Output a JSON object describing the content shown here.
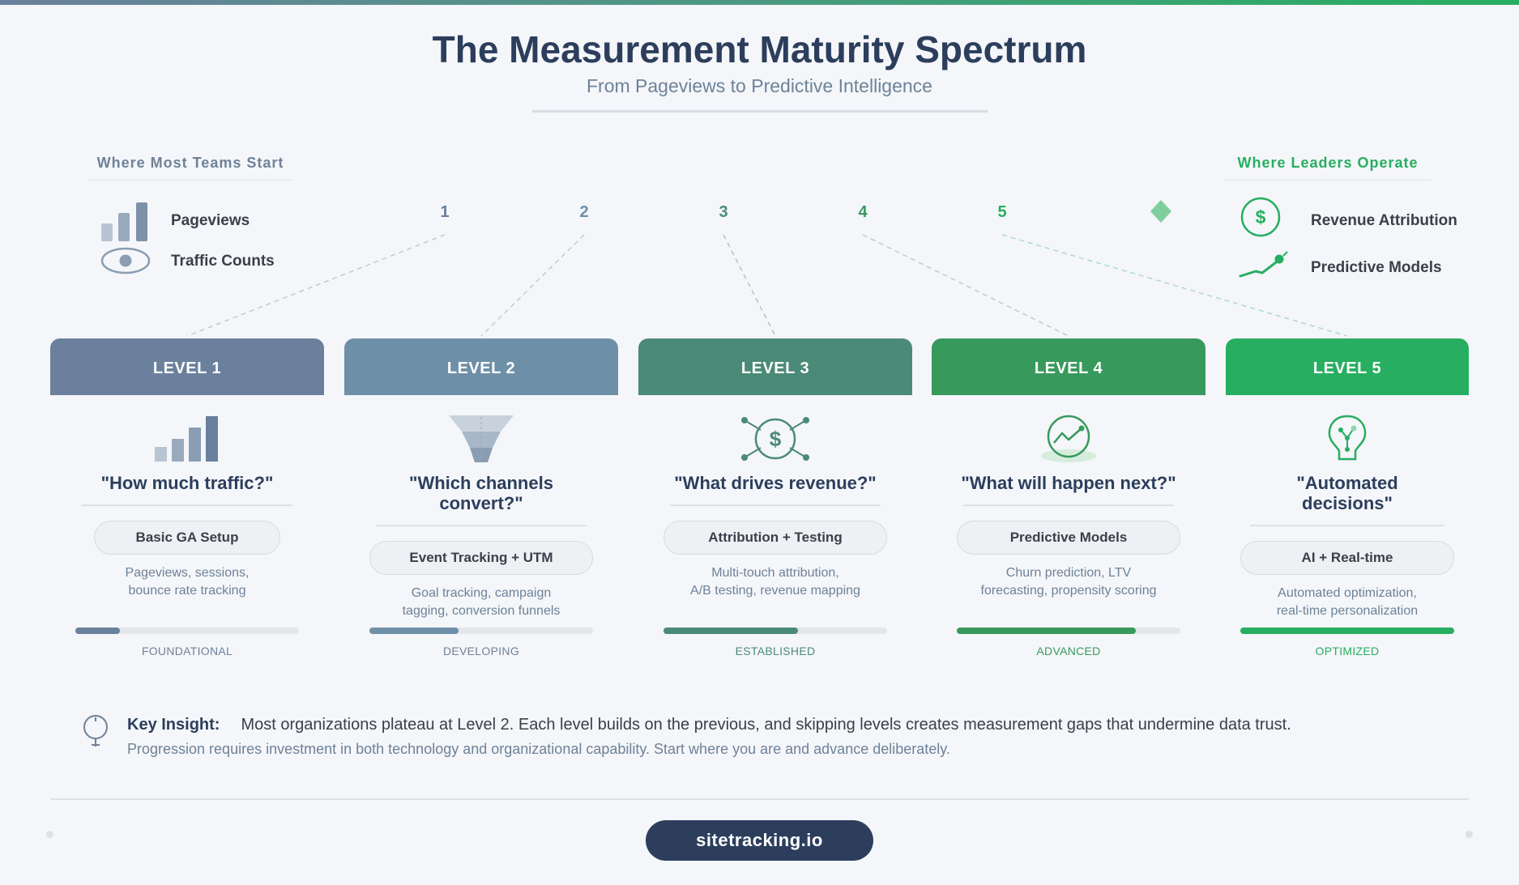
{
  "header": {
    "title": "The Measurement Maturity Spectrum",
    "subtitle": "From Pageviews to Predictive Intelligence"
  },
  "left_panel": {
    "heading": "Where Most Teams Start",
    "items": [
      {
        "label": "Pageviews",
        "icon": "bar-chart-icon"
      },
      {
        "label": "Traffic Counts",
        "icon": "eye-icon"
      }
    ]
  },
  "right_panel": {
    "heading": "Where Leaders Operate",
    "items": [
      {
        "label": "Revenue Attribution",
        "icon": "dollar-circle-icon"
      },
      {
        "label": "Predictive Models",
        "icon": "trend-line-icon"
      }
    ]
  },
  "spectrum": {
    "markers": [
      "1",
      "2",
      "3",
      "4",
      "5"
    ]
  },
  "levels": [
    {
      "label": "LEVEL 1",
      "question": "\"How much traffic?\"",
      "pill": "Basic GA Setup",
      "desc_line1": "Pageviews, sessions,",
      "desc_line2": "bounce rate tracking",
      "stage": "FOUNDATIONAL",
      "progress": 0.2,
      "color": "#6a809c",
      "icon": "bar-chart-icon"
    },
    {
      "label": "LEVEL 2",
      "question": "\"Which channels convert?\"",
      "pill": "Event Tracking + UTM",
      "desc_line1": "Goal tracking, campaign",
      "desc_line2": "tagging, conversion funnels",
      "stage": "DEVELOPING",
      "progress": 0.4,
      "color": "#6e8fa8",
      "icon": "funnel-icon"
    },
    {
      "label": "LEVEL 3",
      "question": "\"What drives revenue?\"",
      "pill": "Attribution + Testing",
      "desc_line1": "Multi-touch attribution,",
      "desc_line2": "A/B testing, revenue mapping",
      "stage": "ESTABLISHED",
      "progress": 0.6,
      "color": "#4a8a77",
      "icon": "dollar-network-icon"
    },
    {
      "label": "LEVEL 4",
      "question": "\"What will happen next?\"",
      "pill": "Predictive Models",
      "desc_line1": "Churn prediction, LTV",
      "desc_line2": "forecasting, propensity scoring",
      "stage": "ADVANCED",
      "progress": 0.8,
      "color": "#38995c",
      "icon": "trend-circle-icon"
    },
    {
      "label": "LEVEL 5",
      "question": "\"Automated decisions\"",
      "pill": "AI + Real-time",
      "desc_line1": "Automated optimization,",
      "desc_line2": "real-time personalization",
      "stage": "OPTIMIZED",
      "progress": 1.0,
      "color": "#27ae60",
      "icon": "brain-bulb-icon"
    }
  ],
  "insight": {
    "label": "Key Insight:",
    "text": "Most organizations plateau at Level 2. Each level builds on the previous, and skipping levels creates measurement gaps that undermine data trust.",
    "subtext": "Progression requires investment in both technology and organizational capability. Start where you are and advance deliberately.",
    "icon": "lightbulb-icon"
  },
  "footer": {
    "site": "sitetracking.io"
  }
}
